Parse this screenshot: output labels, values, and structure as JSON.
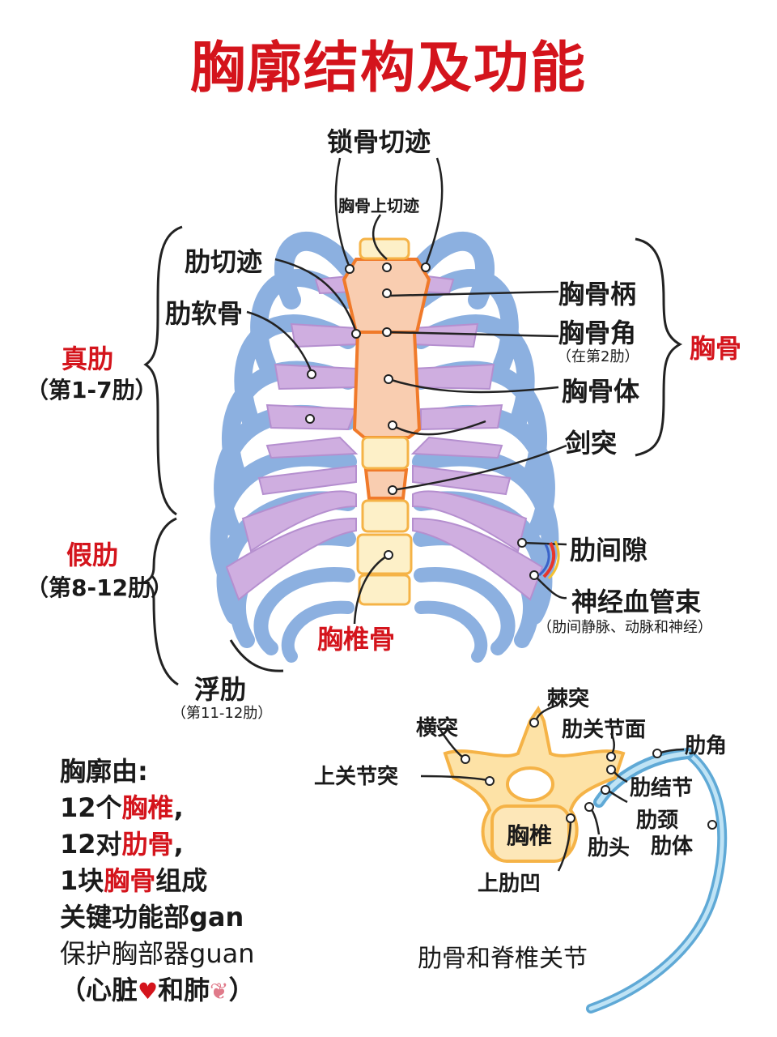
{
  "title": "胸廓结构及功能",
  "labels": {
    "clavicular_notch": "锁骨切迹",
    "jugular_notch": "胸骨上切迹",
    "costal_notch": "肋切迹",
    "costal_cartilage": "肋软骨",
    "manubrium": "胸骨柄",
    "sternal_angle": "胸骨角",
    "sternal_angle_note": "（在第2肋）",
    "sternum_body": "胸骨体",
    "xiphoid": "剑突",
    "sternum_group": "胸骨",
    "true_ribs": "真肋",
    "true_ribs_note": "（第1-7肋）",
    "false_ribs": "假肋",
    "false_ribs_note": "（第8-12肋）",
    "floating_ribs": "浮肋",
    "floating_ribs_note": "（第11-12肋）",
    "intercostal_space": "肋间隙",
    "neurovascular_bundle": "神经血管束",
    "neurovascular_note": "（肋间静脉、动脉和神经）",
    "thoracic_vertebra": "胸椎骨"
  },
  "joint_diagram": {
    "spinous_process": "棘突",
    "transverse_process": "横突",
    "costal_facet": "肋关节面",
    "rib_angle": "肋角",
    "superior_articular_process": "上关节突",
    "rib_tubercle": "肋结节",
    "rib_neck": "肋颈",
    "vertebra": "胸椎",
    "rib_head": "肋头",
    "rib_body": "肋体",
    "superior_costal_fovea": "上肋凹",
    "caption": "肋骨和脊椎关节"
  },
  "summary": {
    "intro": "胸廓由:",
    "l1_num": "12个",
    "l1_key": "胸椎",
    "l1_end": ",",
    "l2_num": "12对",
    "l2_key": "肋骨",
    "l2_end": ",",
    "l3_num": "1块",
    "l3_key": "胸骨",
    "l3_end": "组成",
    "func_title": "关键功能部gan",
    "func_text": "保护胸部器guan",
    "organs_open": "（心脏",
    "organs_mid": "和肺",
    "organs_close": "）"
  },
  "colors": {
    "title_red": "#d4141c",
    "rib_blue": "#7fa6d9",
    "cartilage_purple": "#c9a7dc",
    "sternum_peach": "#f9c9a8",
    "sternum_outline": "#f07a2a",
    "vertebra_orange": "#f5b347",
    "vertebra_fill": "#fde7b8",
    "rib_teal": "#5fa9d6"
  }
}
